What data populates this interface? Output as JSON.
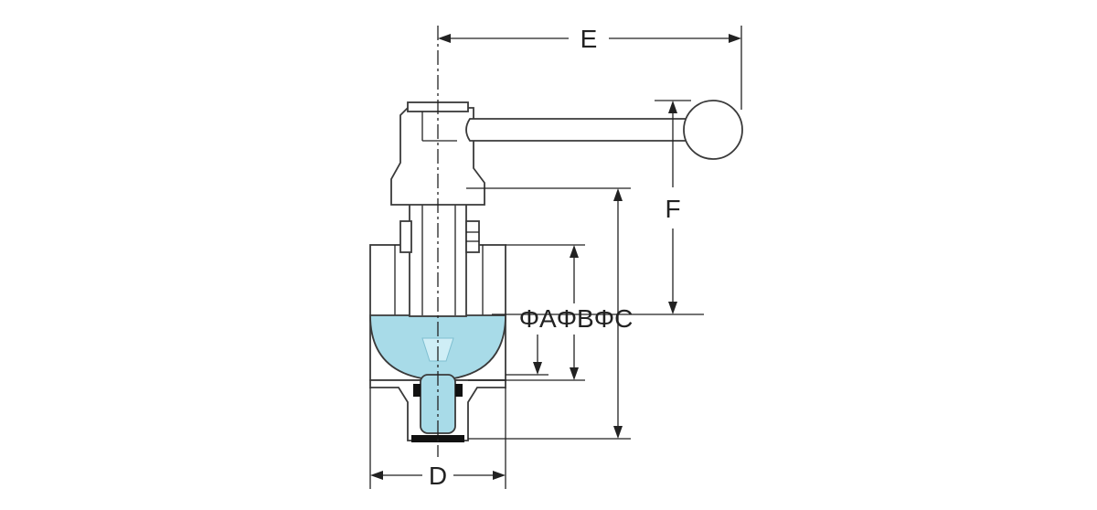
{
  "labels": {
    "e": "E",
    "f": "F",
    "d": "D",
    "phi_a_b_c": "ΦAΦBΦC"
  },
  "colors": {
    "line": "#3a3a3a",
    "fluid": "#a8dbe8",
    "body": "#ffffff",
    "black": "#111111"
  }
}
